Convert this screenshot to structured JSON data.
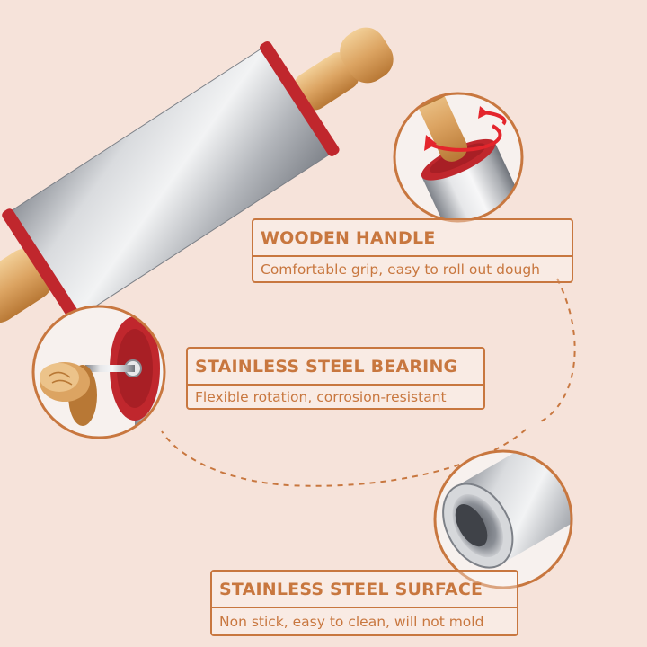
{
  "colors": {
    "background": "#f6e3da",
    "accent": "#c8773f",
    "steel": "#b9bcc2",
    "wood": "#d9a25e",
    "silicone_red": "#c0272d"
  },
  "features": [
    {
      "title": "WOODEN HANDLE",
      "description": "Comfortable grip, easy to roll out dough"
    },
    {
      "title": "STAINLESS STEEL BEARING",
      "description": "Flexible rotation, corrosion-resistant"
    },
    {
      "title": "STAINLESS STEEL SURFACE",
      "description": "Non stick, easy to clean, will not mold"
    }
  ],
  "icons": {
    "rotation": "rotation-arrows-icon"
  }
}
